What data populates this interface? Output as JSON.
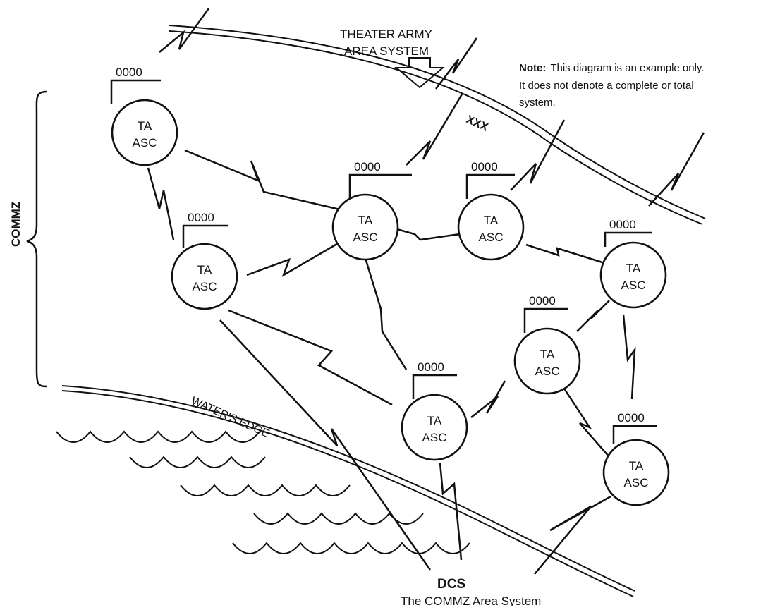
{
  "header": {
    "title_line1": "THEATER ARMY",
    "title_line2": "AREA SYSTEM"
  },
  "note": {
    "bold": "Note:",
    "line1": "This diagram is an example only.",
    "line2": "It does not denote a complete or total",
    "line3": "system."
  },
  "labels": {
    "commz": "COMMZ",
    "boundary": "XXX",
    "water_edge": "WATER'S EDGE",
    "dcs": "DCS"
  },
  "caption": "The COMMZ Area System",
  "nodes": [
    {
      "id": "n1",
      "line1": "TA",
      "line2": "ASC",
      "flag": "0000"
    },
    {
      "id": "n2",
      "line1": "TA",
      "line2": "ASC",
      "flag": "0000"
    },
    {
      "id": "n3",
      "line1": "TA",
      "line2": "ASC",
      "flag": "0000"
    },
    {
      "id": "n4",
      "line1": "TA",
      "line2": "ASC",
      "flag": "0000"
    },
    {
      "id": "n5",
      "line1": "TA",
      "line2": "ASC",
      "flag": "0000"
    },
    {
      "id": "n6",
      "line1": "TA",
      "line2": "ASC",
      "flag": "0000"
    },
    {
      "id": "n7",
      "line1": "TA",
      "line2": "ASC",
      "flag": "0000"
    },
    {
      "id": "n8",
      "line1": "TA",
      "line2": "ASC",
      "flag": "0000"
    }
  ]
}
